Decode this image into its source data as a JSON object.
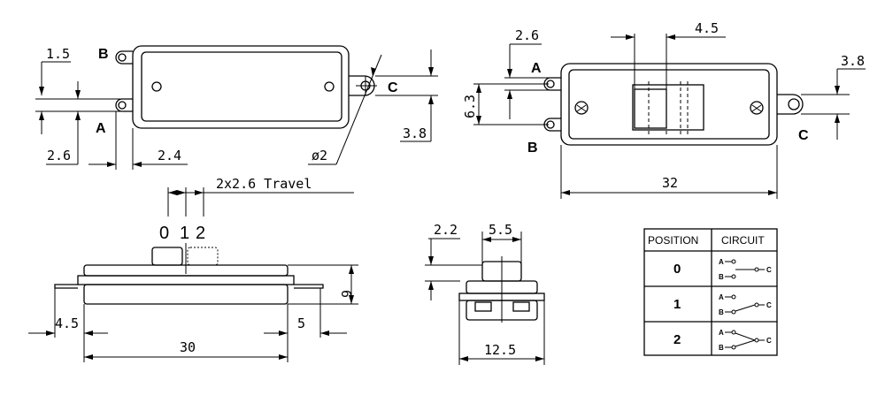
{
  "top_left_view": {
    "dim_1_5": "1.5",
    "dim_2_6": "2.6",
    "dim_2_4": "2.4",
    "dim_3_8": "3.8",
    "dim_phi2": "ø2",
    "terminal_b": "B",
    "terminal_a": "A",
    "terminal_c": "C"
  },
  "top_right_view": {
    "dim_2_6": "2.6",
    "dim_4_5": "4.5",
    "dim_6_3": "6.3",
    "dim_3_8": "3.8",
    "dim_32": "32",
    "terminal_a": "A",
    "terminal_b": "B",
    "terminal_c": "C"
  },
  "side_view": {
    "travel": "2x2.6 Travel",
    "pos_0": "0",
    "pos_1": "1",
    "pos_2": "2",
    "dim_6": "6",
    "dim_4_5": "4.5",
    "dim_5": "5",
    "dim_30": "30"
  },
  "end_view": {
    "dim_2_2": "2.2",
    "dim_5_5": "5.5",
    "dim_12_5": "12.5"
  },
  "table": {
    "headers": [
      "POSITION",
      "CIRCUIT"
    ],
    "rows": [
      {
        "position": "0",
        "a": "A",
        "b": "B",
        "c": "C"
      },
      {
        "position": "1",
        "a": "A",
        "b": "B",
        "c": "C"
      },
      {
        "position": "2",
        "a": "A",
        "b": "B",
        "c": "C"
      }
    ]
  }
}
